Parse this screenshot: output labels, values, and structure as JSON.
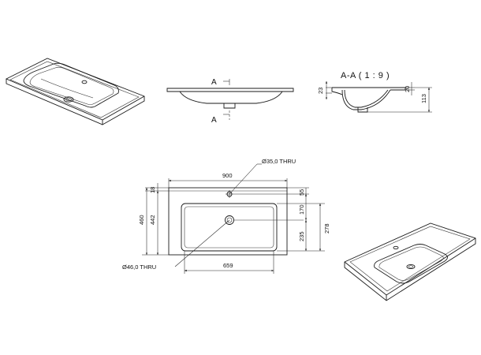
{
  "views": {
    "section_marker": "A",
    "section_title": "A-A ( 1 : 9 )"
  },
  "dimensions": {
    "width": "900",
    "depth": "460",
    "inner_depth": "442",
    "back_edge": "18",
    "tap_hole_offset": "55",
    "bowl_top": "170",
    "bowl_bottom": "235",
    "bowl_depth": "278",
    "bowl_width": "659",
    "section_lip": "23",
    "section_rim": "20",
    "section_height": "113"
  },
  "callouts": {
    "tap_hole": "Ø35,0 THRU",
    "drain_hole": "Ø46,0 THRU"
  }
}
